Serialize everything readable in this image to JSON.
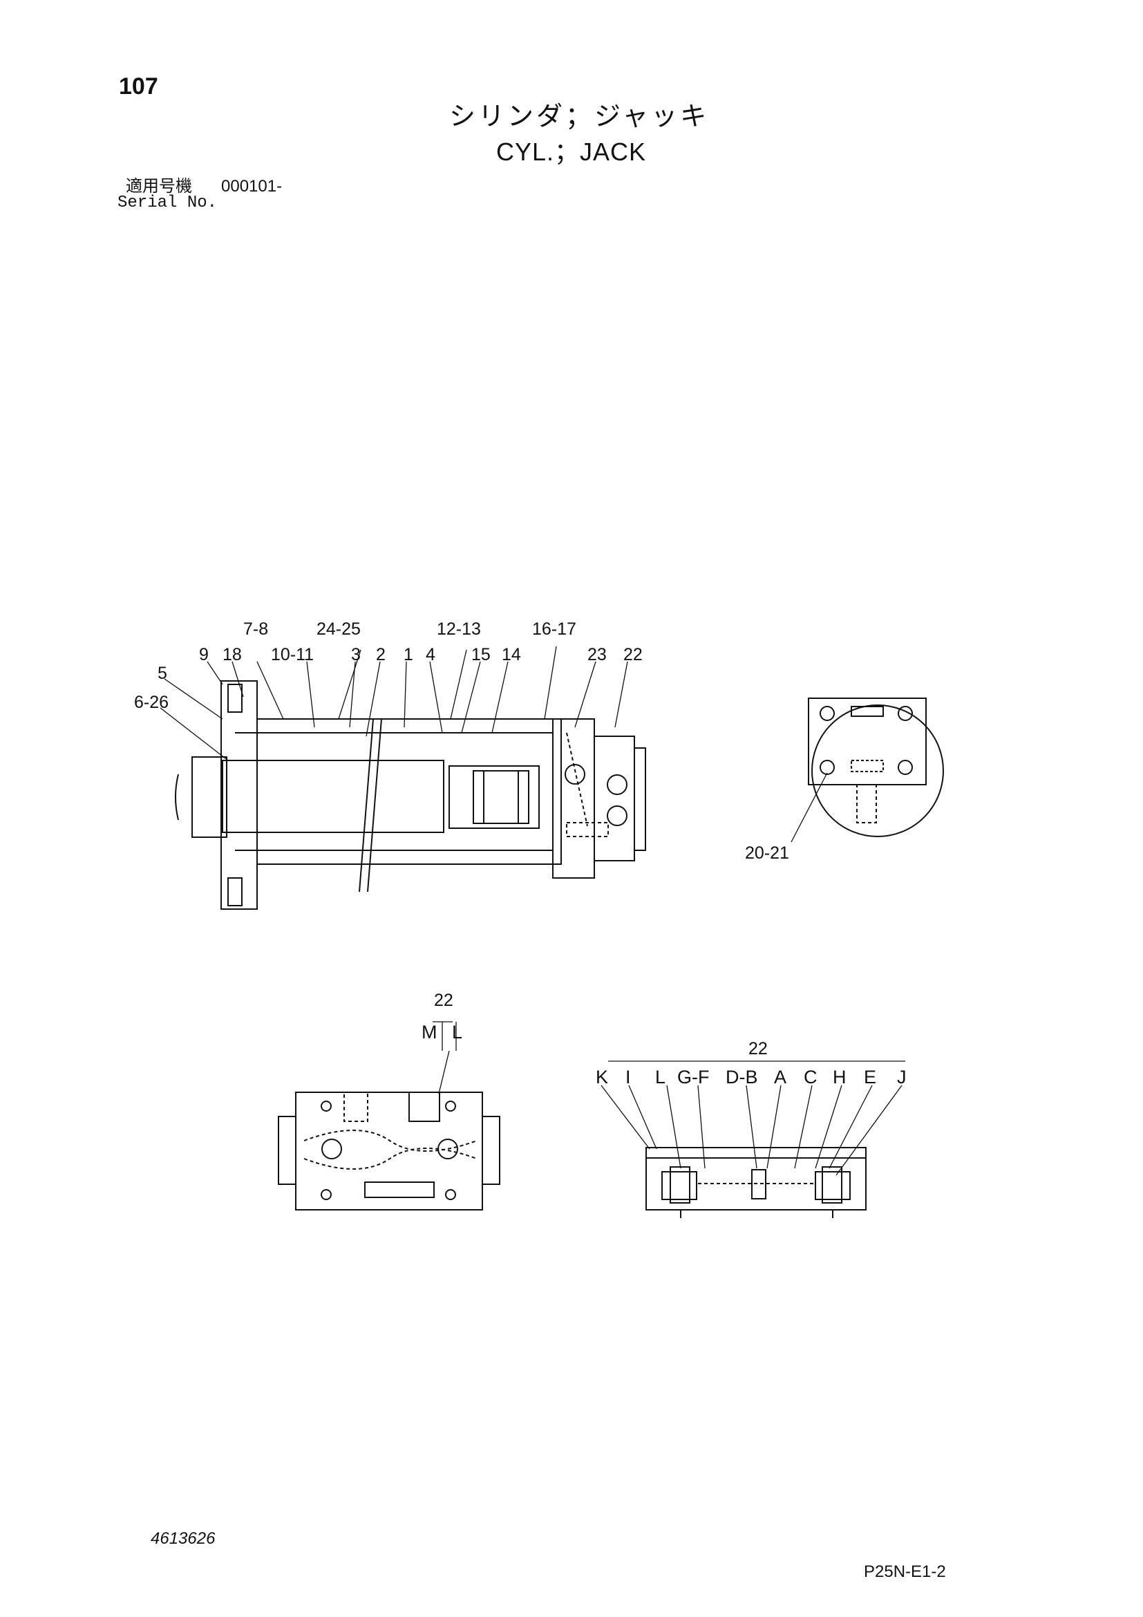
{
  "header": {
    "page_number": "107",
    "title_jp": "シリンダ；ジャッキ",
    "title_en": "CYL.；JACK",
    "serial_label_jp": "適用号機",
    "serial_value": "000101-",
    "serial_label_en": "Serial No."
  },
  "callouts": {
    "main_view": [
      "7-8",
      "24-25",
      "12-13",
      "16-17",
      "9",
      "18",
      "10-11",
      "3",
      "2",
      "1",
      "4",
      "15",
      "14",
      "23",
      "22",
      "5",
      "6-26"
    ],
    "detail_circle": [
      "20-21"
    ],
    "valve_top": [
      "22",
      "M",
      "L"
    ],
    "valve_side": [
      "22",
      "K",
      "I",
      "L",
      "G-F",
      "D-B",
      "A",
      "C",
      "H",
      "E",
      "J"
    ]
  },
  "footer": {
    "doc_number": "4613626",
    "page_code": "P25N-E1-2"
  }
}
